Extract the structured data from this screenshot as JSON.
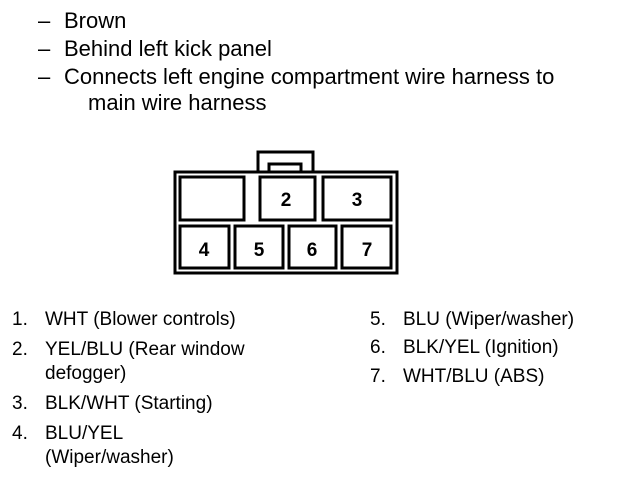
{
  "notes": [
    {
      "dash": "–",
      "text": "Brown"
    },
    {
      "dash": "–",
      "text": "Behind left kick panel"
    },
    {
      "dash": "–",
      "text": "Connects left engine compartment wire harness to",
      "continuation": "main wire harness"
    }
  ],
  "connector": {
    "pin_labels": [
      "2",
      "3",
      "4",
      "5",
      "6",
      "7"
    ]
  },
  "pins_left": [
    {
      "num": "1.",
      "lines": [
        "WHT (Blower controls)"
      ]
    },
    {
      "num": "2.",
      "lines": [
        "YEL/BLU (Rear window",
        "defogger)"
      ]
    },
    {
      "num": "3.",
      "lines": [
        "BLK/WHT (Starting)"
      ]
    },
    {
      "num": "4.",
      "lines": [
        "BLU/YEL",
        "(Wiper/washer)"
      ]
    }
  ],
  "pins_right": [
    {
      "num": "5.",
      "lines": [
        "BLU (Wiper/washer)"
      ]
    },
    {
      "num": "6.",
      "lines": [
        "BLK/YEL (Ignition)"
      ]
    },
    {
      "num": "7.",
      "lines": [
        "WHT/BLU (ABS)"
      ]
    }
  ]
}
